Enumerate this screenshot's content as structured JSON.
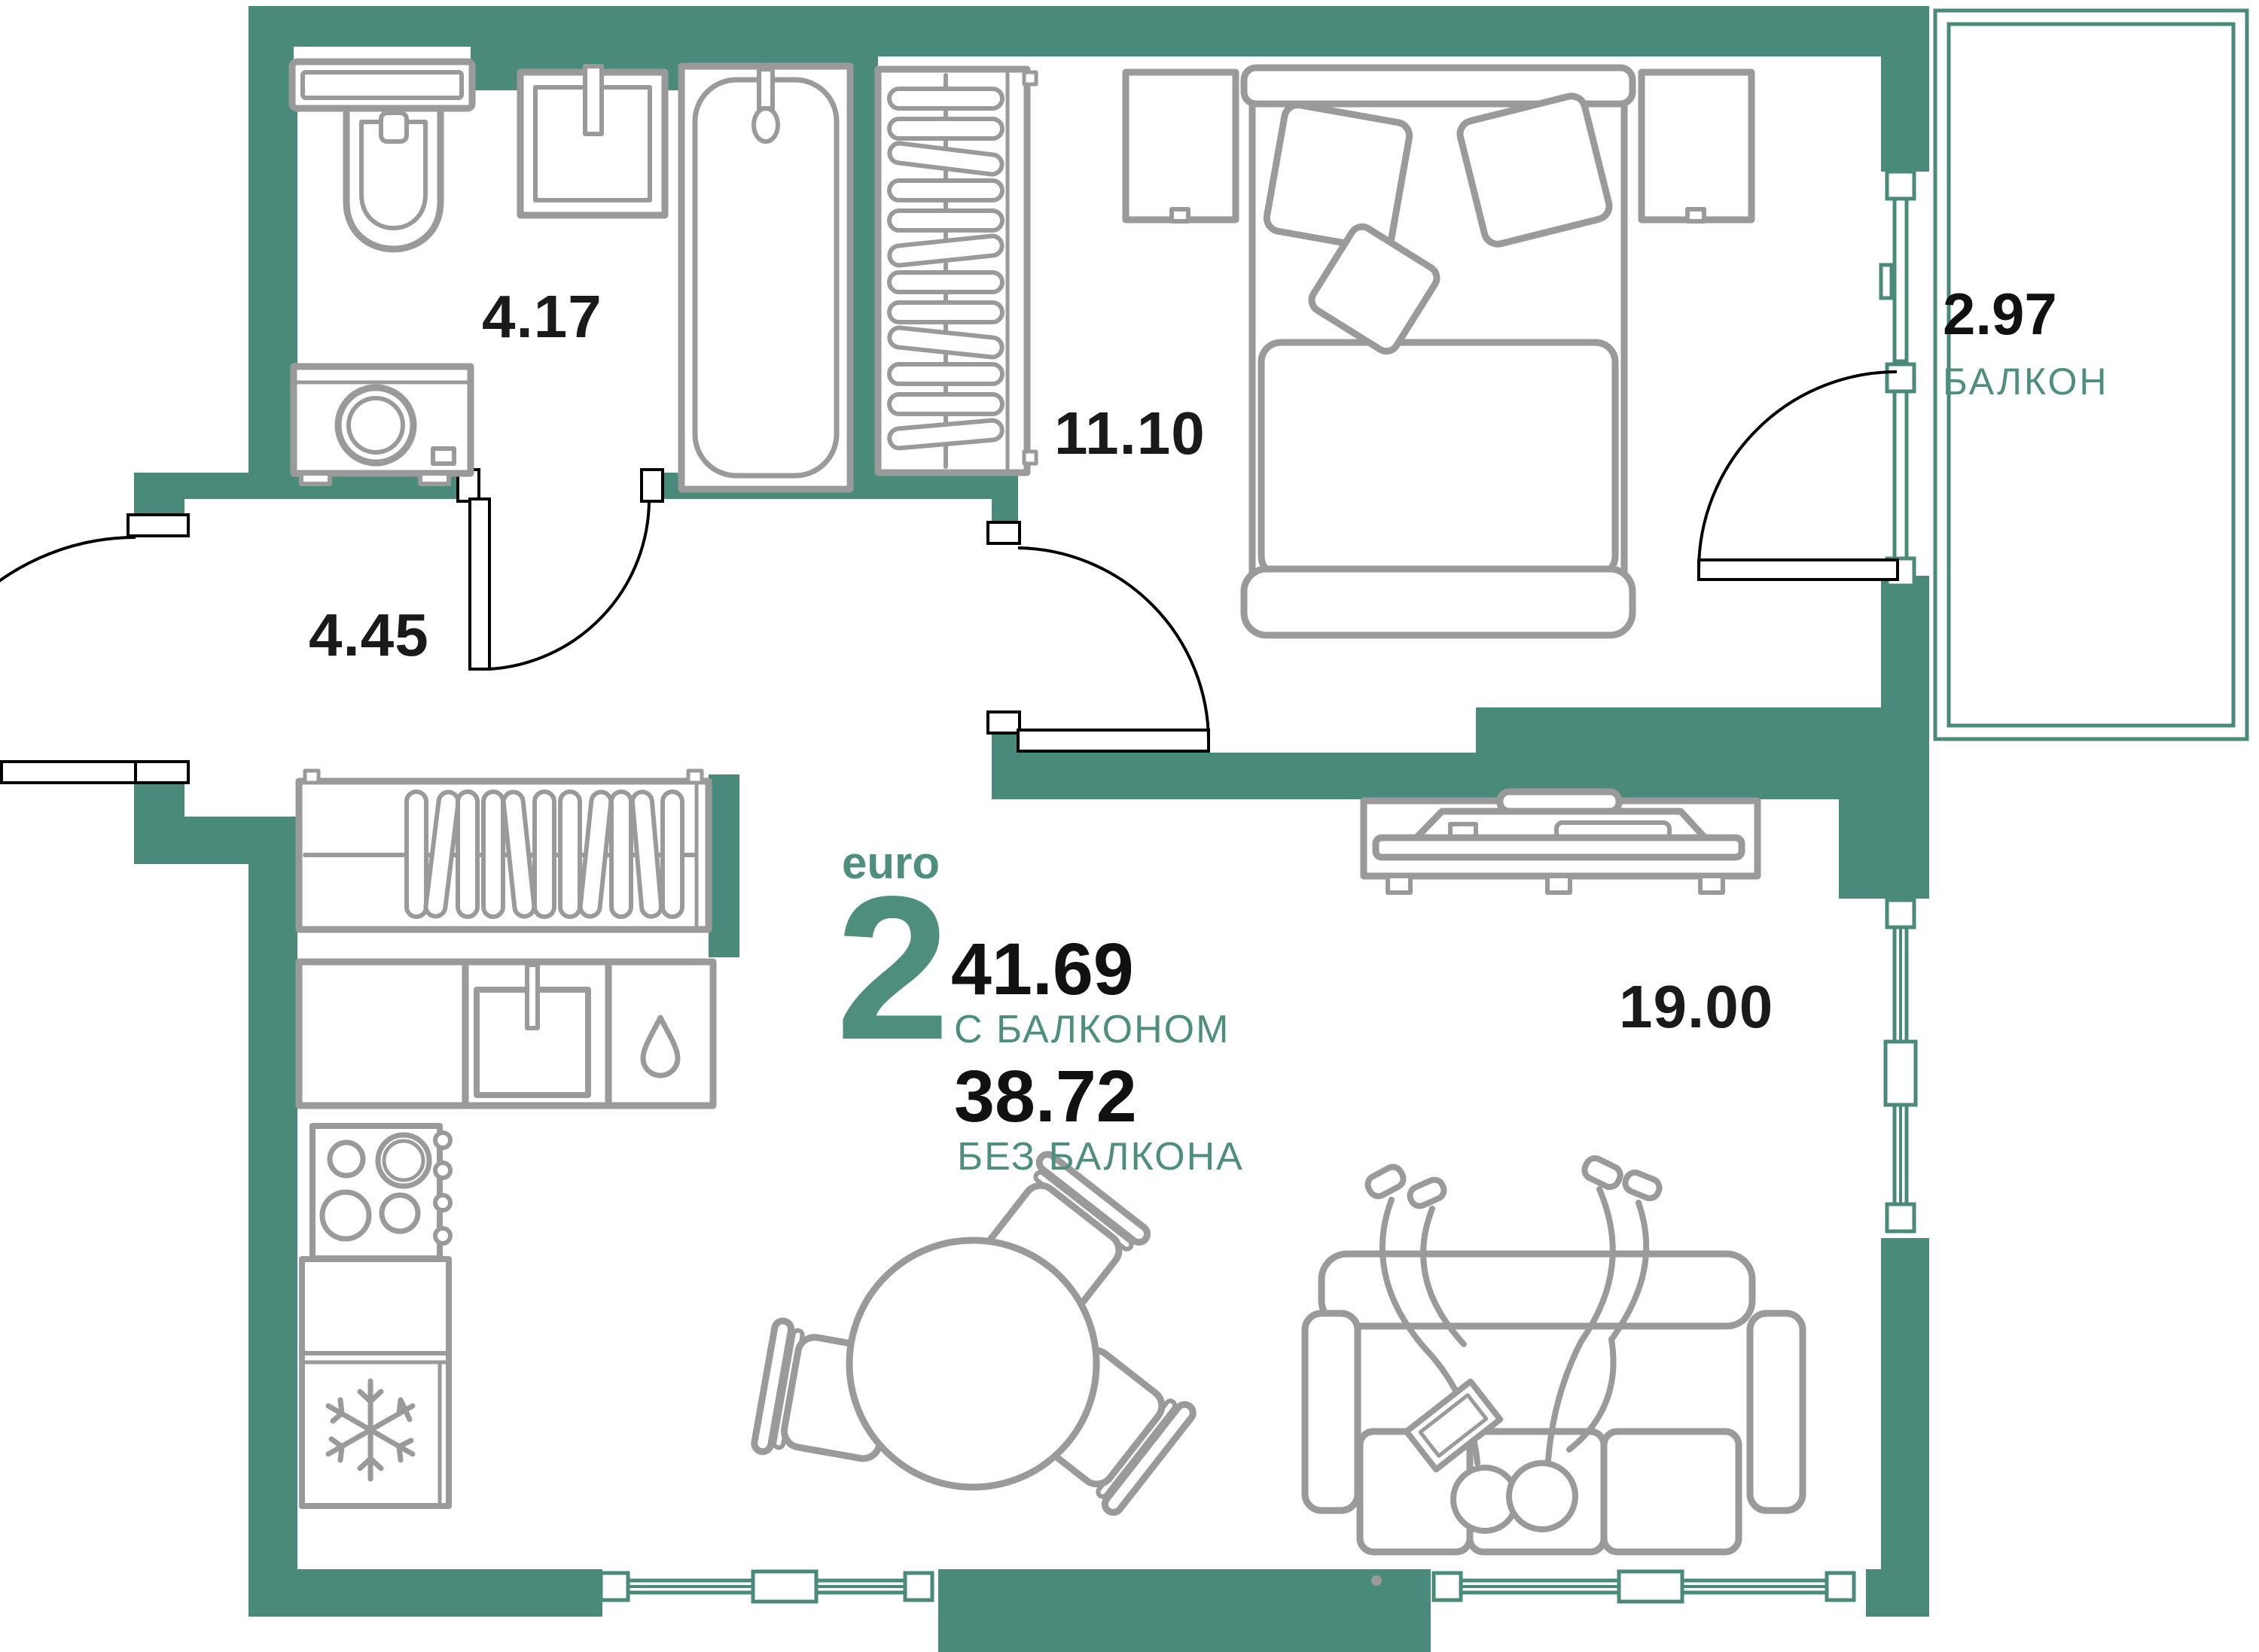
{
  "plan": {
    "unit": {
      "type_label": "euro",
      "rooms_count": "2",
      "area_with_balcony": "41.69",
      "with_balcony_label": "С БАЛКОНОМ",
      "area_without_balcony": "38.72",
      "without_balcony_label": "БЕЗ БАЛКОНА"
    },
    "rooms": {
      "bathroom": {
        "area": "4.17"
      },
      "hallway": {
        "area": "4.45"
      },
      "bedroom": {
        "area": "11.10"
      },
      "living_kitchen": {
        "area": "19.00"
      },
      "balcony": {
        "area": "2.97",
        "name": "БАЛКОН"
      }
    },
    "icons": {
      "fridge_freezer": "snowflake-icon",
      "kitchen_cabinet_water": "drop-icon"
    },
    "colors": {
      "wall": "#4A8A7A",
      "accent_text": "#4E8E7D",
      "furniture": "#9A9A9A",
      "door_line": "#000000",
      "label_text": "#1A1A1A"
    }
  }
}
